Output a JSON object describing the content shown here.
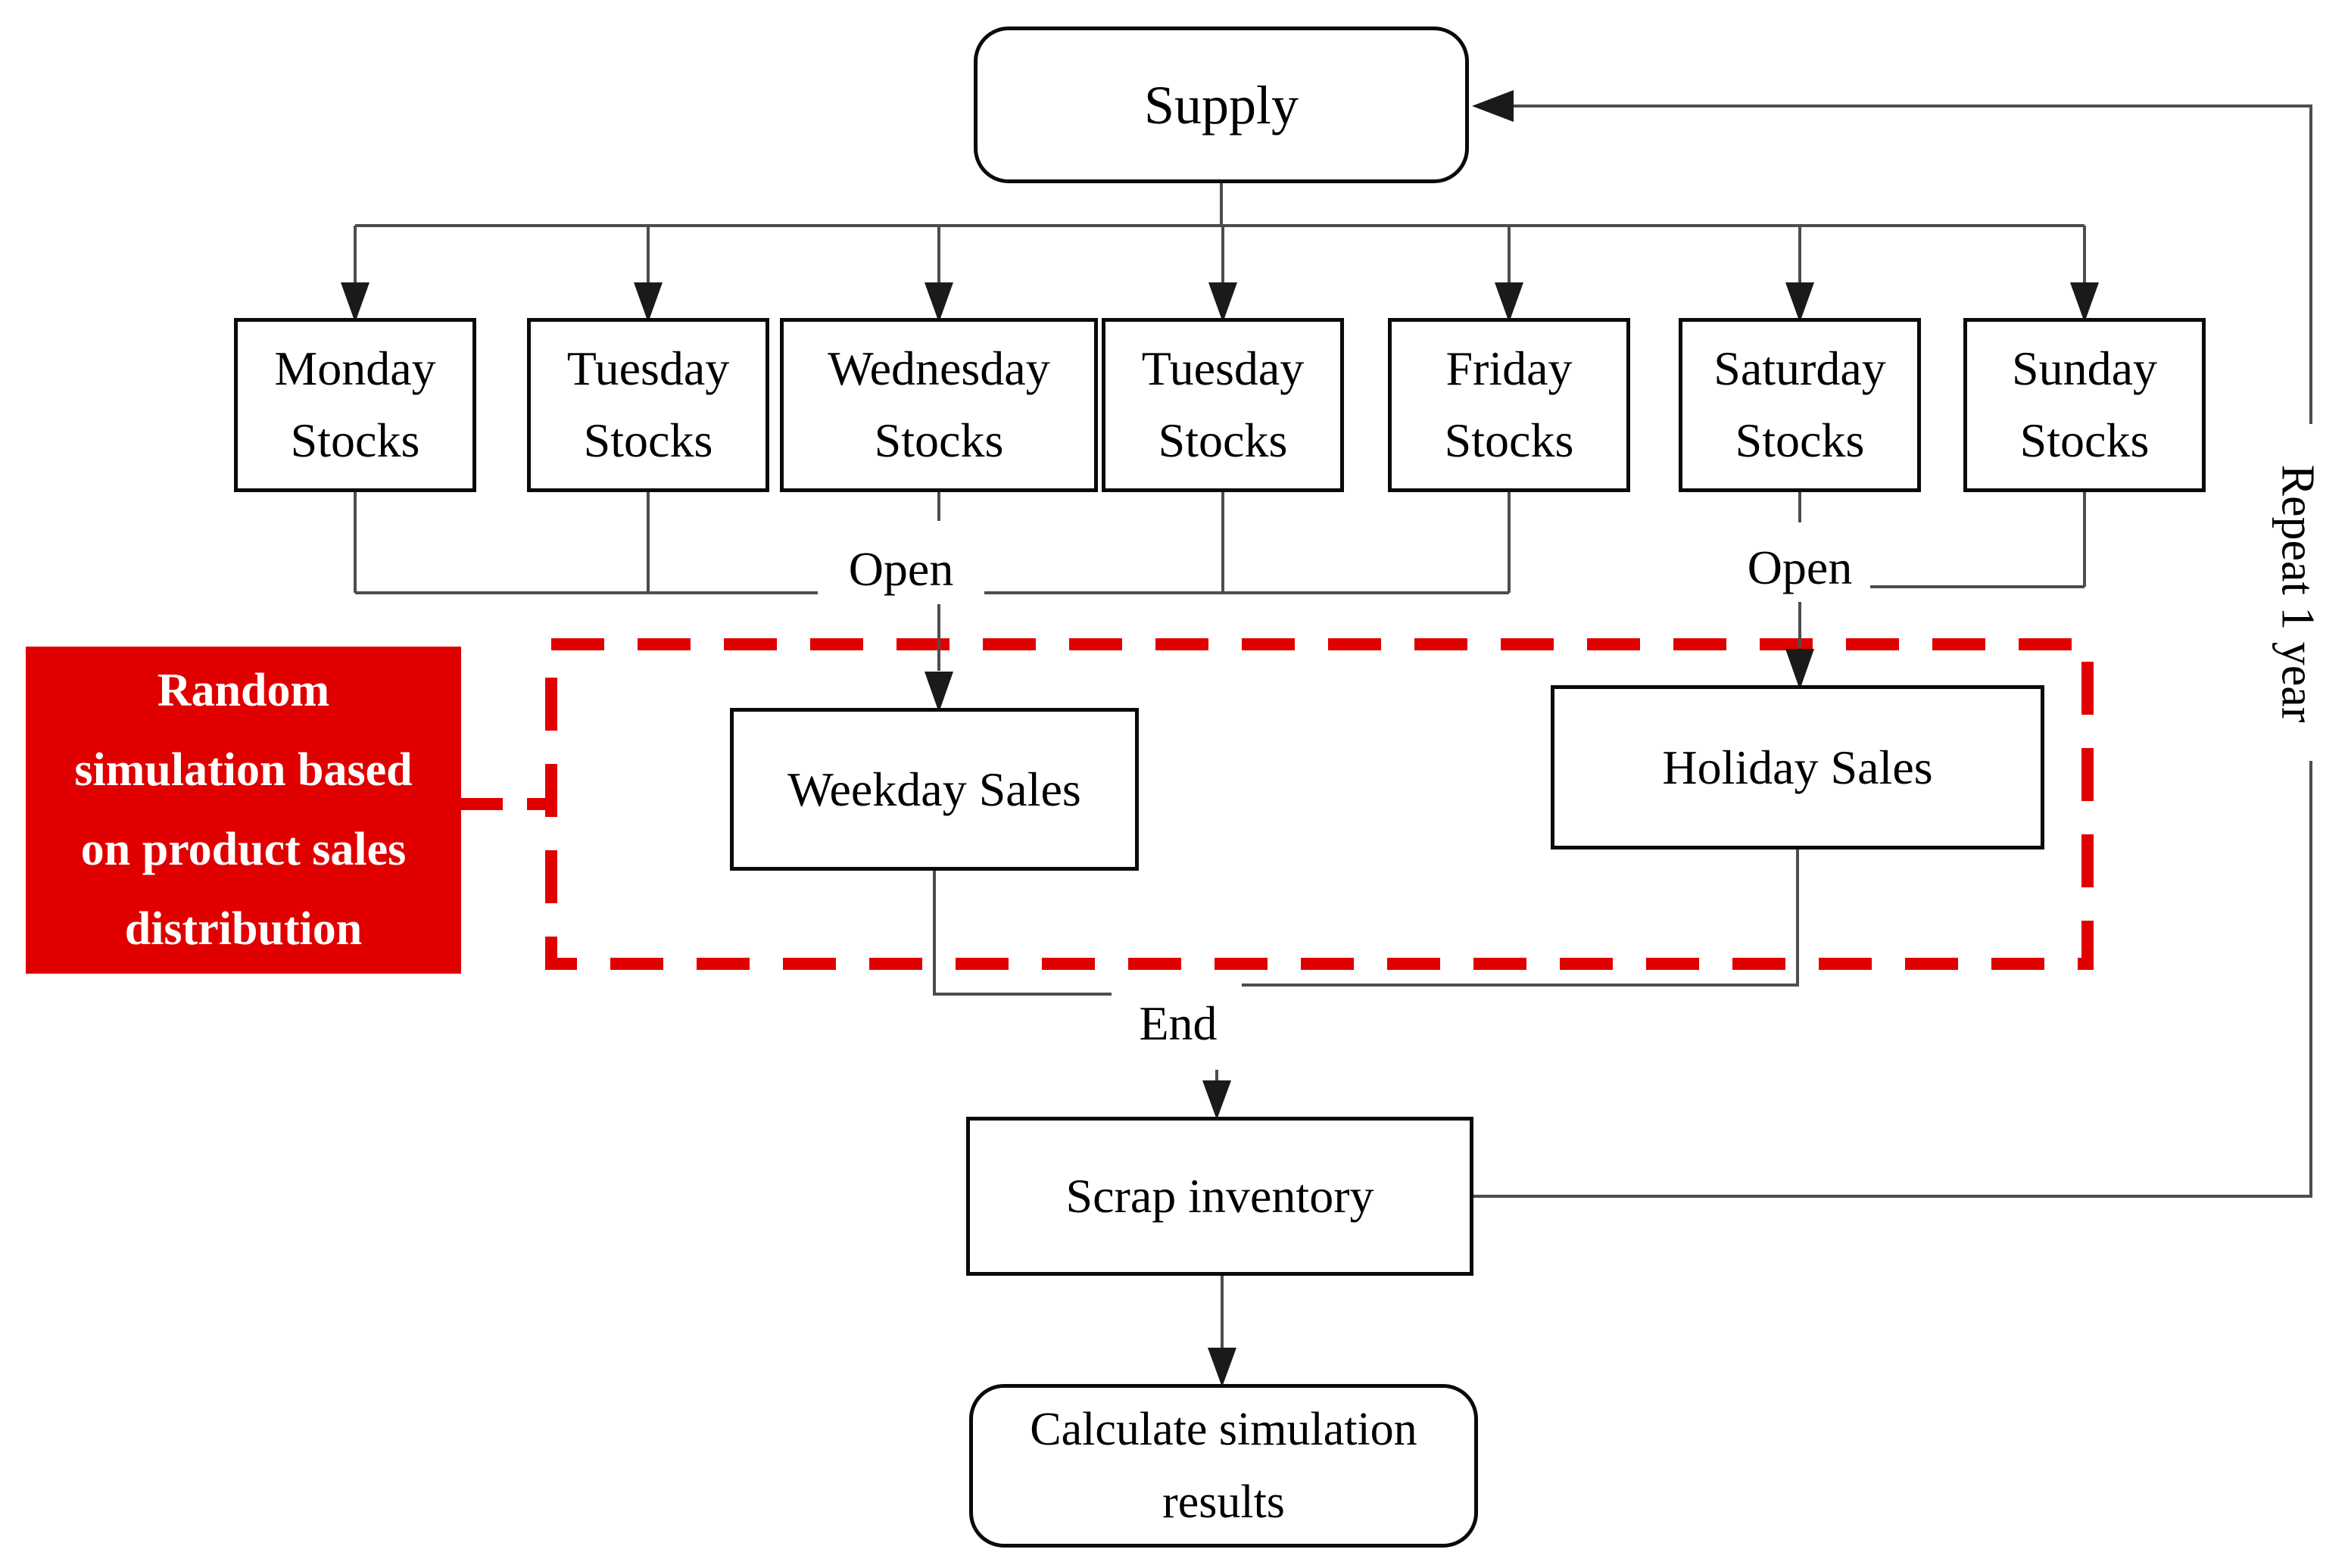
{
  "colors": {
    "accent_red": "#e00000",
    "line": "#4d4d4d",
    "border": "#0a0a0a",
    "background": "#ffffff",
    "annotation_text": "#ffffff"
  },
  "nodes": {
    "supply": "Supply",
    "stocks": [
      {
        "line1": "Monday",
        "line2": "Stocks"
      },
      {
        "line1": "Tuesday",
        "line2": "Stocks"
      },
      {
        "line1": "Wednesday",
        "line2": "Stocks"
      },
      {
        "line1": "Tuesday",
        "line2": "Stocks"
      },
      {
        "line1": "Friday",
        "line2": "Stocks"
      },
      {
        "line1": "Saturday",
        "line2": "Stocks"
      },
      {
        "line1": "Sunday",
        "line2": "Stocks"
      }
    ],
    "weekday_sales": "Weekday Sales",
    "holiday_sales": "Holiday Sales",
    "scrap": "Scrap inventory",
    "calculate": "Calculate simulation results"
  },
  "labels": {
    "open_left": "Open",
    "open_right": "Open",
    "end": "End",
    "repeat": "Repeat 1 year"
  },
  "annotation": {
    "lines": [
      "Random",
      "simulation based",
      "on product sales",
      "distribution"
    ]
  }
}
